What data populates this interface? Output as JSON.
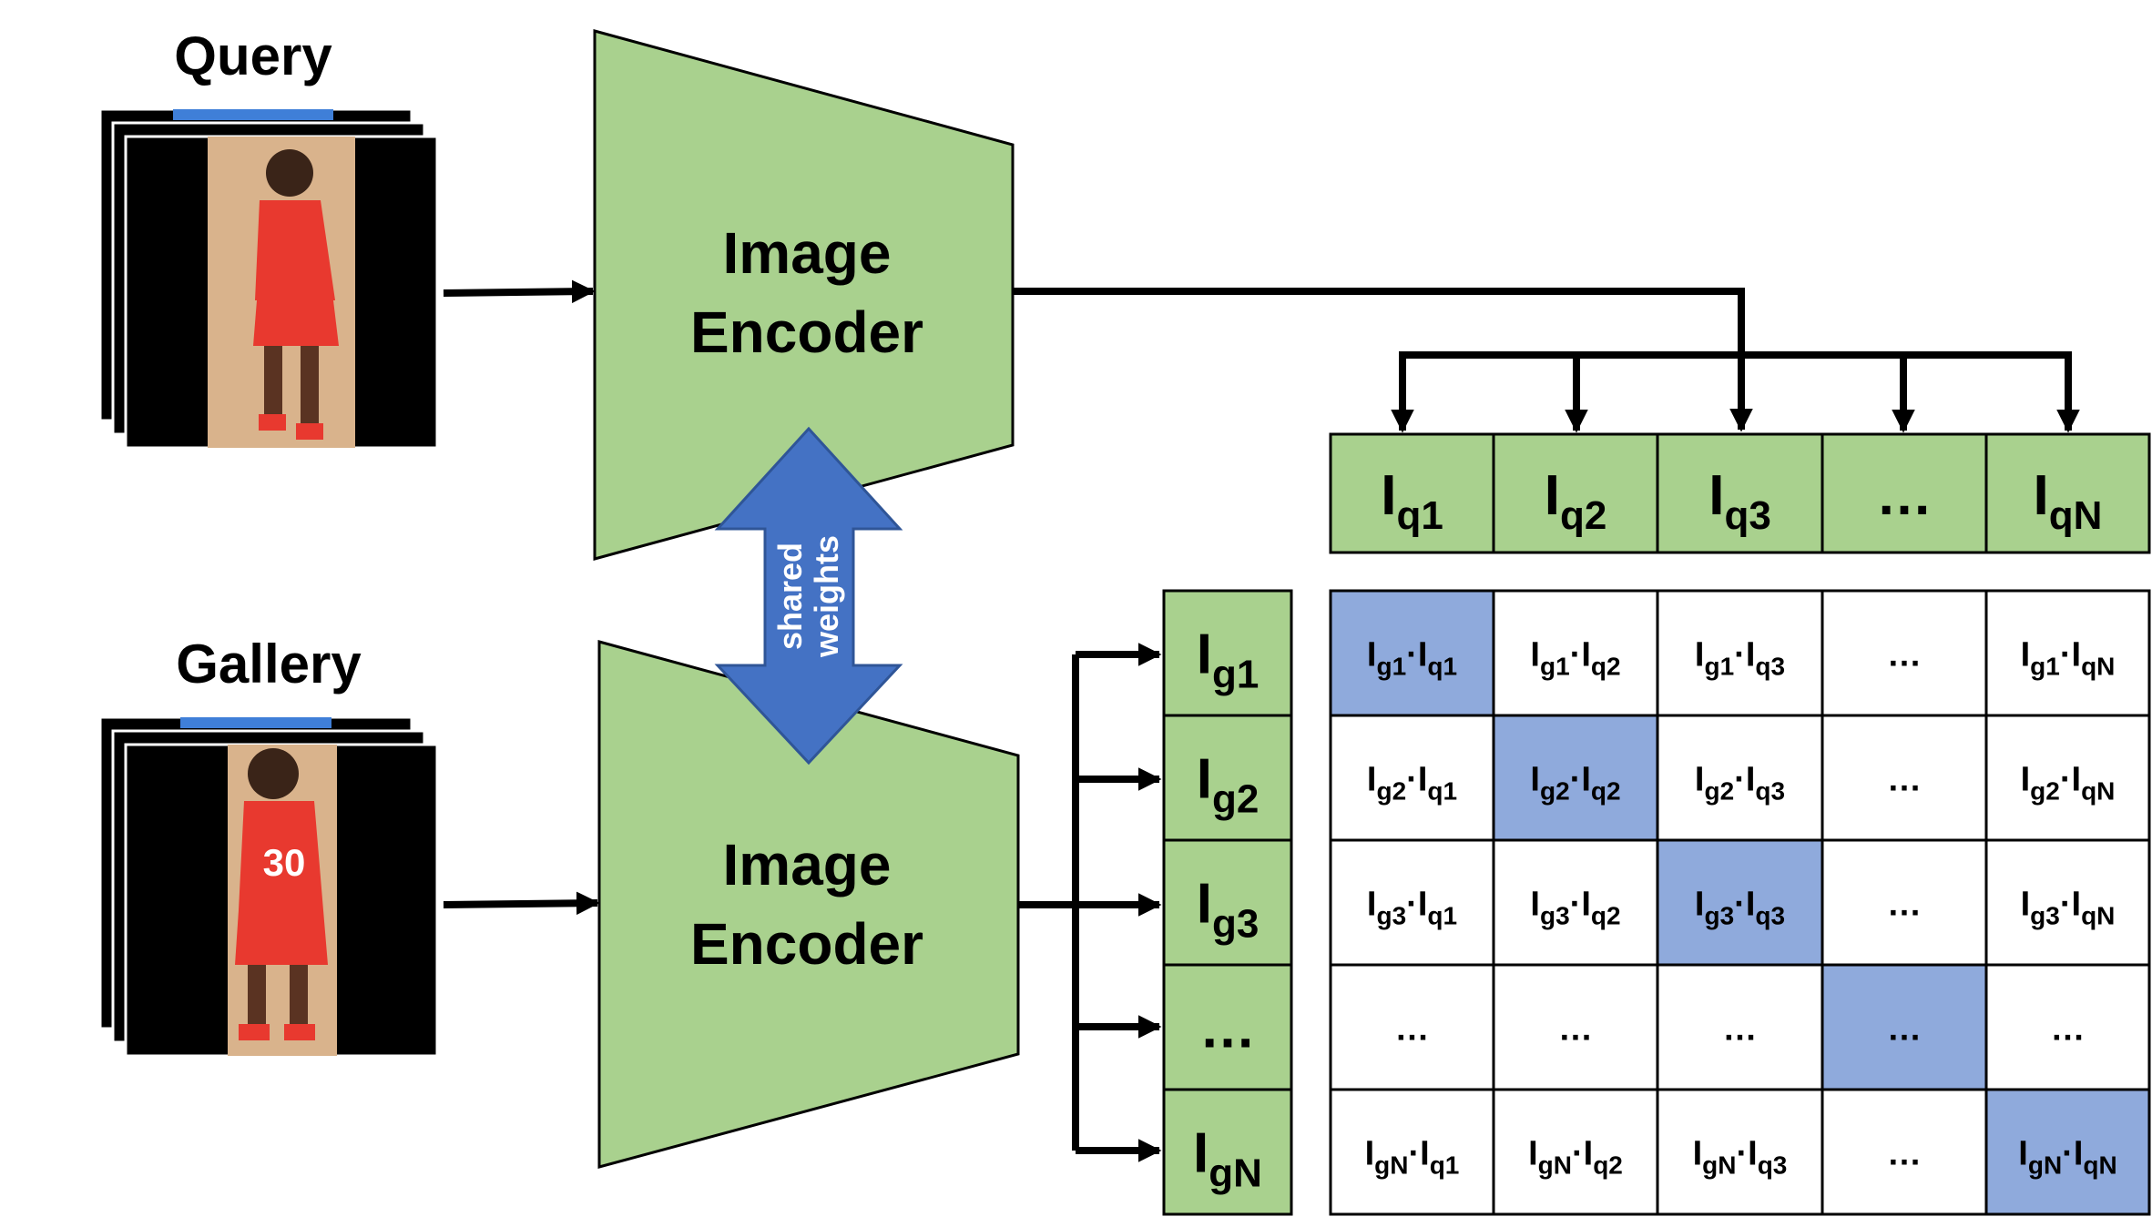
{
  "labels": {
    "query": "Query",
    "gallery": "Gallery"
  },
  "encoders": {
    "top": {
      "line1": "Image",
      "line2": "Encoder"
    },
    "bottom": {
      "line1": "Image",
      "line2": "Encoder"
    }
  },
  "shared": {
    "line1": "shared",
    "line2": "weights"
  },
  "query_features": [
    {
      "base": "I",
      "sub": "q1"
    },
    {
      "base": "I",
      "sub": "q2"
    },
    {
      "base": "I",
      "sub": "q3"
    },
    {
      "base": "…",
      "sub": ""
    },
    {
      "base": "I",
      "sub": "qN"
    }
  ],
  "gallery_features": [
    {
      "base": "I",
      "sub": "g1"
    },
    {
      "base": "I",
      "sub": "g2"
    },
    {
      "base": "I",
      "sub": "g3"
    },
    {
      "base": "…",
      "sub": ""
    },
    {
      "base": "I",
      "sub": "gN"
    }
  ],
  "matrix": {
    "rows": [
      [
        "g1·q1",
        "g1·q2",
        "g1·q3",
        "…",
        "g1·qN"
      ],
      [
        "g2·q1",
        "g2·q2",
        "g2·q3",
        "…",
        "g2·qN"
      ],
      [
        "g3·q1",
        "g3·q2",
        "g3·q3",
        "…",
        "g3·qN"
      ],
      [
        "…",
        "…",
        "…",
        "…",
        "…"
      ],
      [
        "gN·q1",
        "gN·q2",
        "gN·q3",
        "…",
        "gN·qN"
      ]
    ],
    "highlight": "diagonal"
  },
  "player": {
    "jersey_number": "30"
  },
  "colors": {
    "encoder_fill": "#a9d18e",
    "feature_fill": "#a9d18e",
    "highlight_fill": "#8faadc",
    "shared_arrow": "#4472c4",
    "jersey": "#e8392f",
    "court": "#d9b38c",
    "stroke": "#000000"
  },
  "icons": [
    "query-image-stack",
    "gallery-image-stack",
    "shared-weights-double-arrow"
  ]
}
